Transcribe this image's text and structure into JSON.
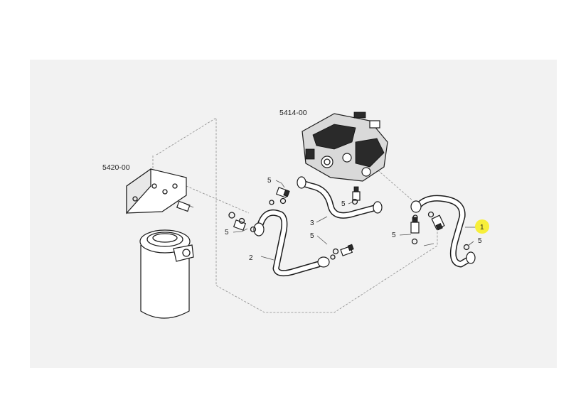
{
  "assemblies": {
    "pump_ref": "5414-00",
    "filter_ref": "5420-00"
  },
  "callouts": [
    {
      "id": "c1",
      "text": "1",
      "highlighted": true
    },
    {
      "id": "c2",
      "text": "2"
    },
    {
      "id": "c3",
      "text": "3"
    },
    {
      "id": "c5a",
      "text": "5"
    },
    {
      "id": "c5b",
      "text": "5"
    },
    {
      "id": "c5c",
      "text": "5"
    },
    {
      "id": "c5d",
      "text": "5"
    },
    {
      "id": "c5e",
      "text": "5"
    },
    {
      "id": "c5f",
      "text": "5"
    }
  ],
  "colors": {
    "highlight": "#f7ef3a",
    "panel": "#f2f2f2",
    "line": "#1c1c1c"
  }
}
